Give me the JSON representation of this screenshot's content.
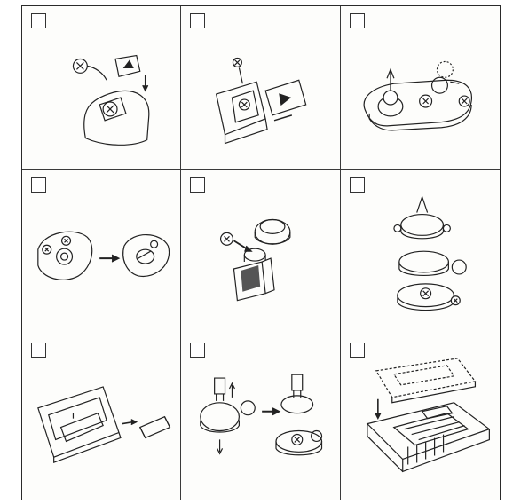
{
  "instruction_sheet": {
    "panels": [
      {
        "id": 1,
        "checked": false,
        "icon": "screw-battery-cover-icon"
      },
      {
        "id": 2,
        "checked": false,
        "icon": "battery-compartment-slide-icon"
      },
      {
        "id": 3,
        "checked": false,
        "icon": "remote-coin-cell-icon"
      },
      {
        "id": 4,
        "checked": false,
        "icon": "rotating-cover-icon"
      },
      {
        "id": 5,
        "checked": false,
        "icon": "flip-cover-icon"
      },
      {
        "id": 6,
        "checked": false,
        "icon": "stacked-housing-icon"
      },
      {
        "id": 7,
        "checked": false,
        "icon": "aa-battery-insert-icon"
      },
      {
        "id": 8,
        "checked": false,
        "icon": "twist-open-housing-icon"
      },
      {
        "id": 9,
        "checked": false,
        "icon": "keyboard-battery-icon"
      }
    ]
  }
}
